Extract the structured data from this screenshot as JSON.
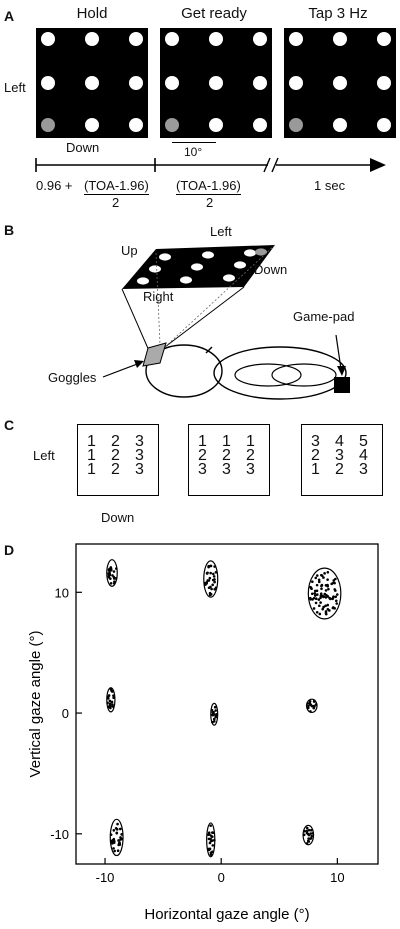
{
  "panel_a": {
    "label": "A",
    "titles": [
      "Hold",
      "Get ready",
      "Tap 3 Hz"
    ],
    "side_label": "Left",
    "bottom_label": "Down",
    "scale_label": "10°",
    "timeline": {
      "seg1_prefix": "0.96 + ",
      "seg1_numerator": "(TOA-1.96)",
      "seg1_denominator": "2",
      "seg2_numerator": "(TOA-1.96)",
      "seg2_denominator": "2",
      "seg3": "1 sec"
    }
  },
  "panel_b": {
    "label": "B",
    "labels": {
      "left": "Left",
      "up": "Up",
      "down": "Down",
      "right": "Right",
      "goggles": "Goggles",
      "gamepad": "Game-pad"
    }
  },
  "panel_c": {
    "label": "C",
    "side_label": "Left",
    "bottom_label": "Down",
    "grids": [
      [
        [
          "1",
          "2",
          "3"
        ],
        [
          "1",
          "2",
          "3"
        ],
        [
          "1",
          "2",
          "3"
        ]
      ],
      [
        [
          "1",
          "1",
          "1"
        ],
        [
          "2",
          "2",
          "2"
        ],
        [
          "3",
          "3",
          "3"
        ]
      ],
      [
        [
          "3",
          "4",
          "5"
        ],
        [
          "2",
          "3",
          "4"
        ],
        [
          "1",
          "2",
          "3"
        ]
      ]
    ]
  },
  "chart_data": {
    "type": "scatter",
    "label": "D",
    "xlabel": "Horizontal gaze angle (°)",
    "ylabel": "Vertical gaze angle (°)",
    "xlim": [
      -12.5,
      13.5
    ],
    "ylim": [
      -12.5,
      14
    ],
    "xticks": [
      -10,
      0,
      10
    ],
    "yticks": [
      -10,
      0,
      10
    ],
    "xtick_labels": [
      "-10",
      "0",
      "10"
    ],
    "ytick_labels": [
      "-10",
      "0",
      "10"
    ],
    "clusters": [
      {
        "cx": -9.4,
        "cy": 11.6,
        "rx": 0.45,
        "ry": 1.1
      },
      {
        "cx": -0.9,
        "cy": 11.1,
        "rx": 0.6,
        "ry": 1.5
      },
      {
        "cx": 8.9,
        "cy": 9.9,
        "rx": 1.4,
        "ry": 2.1
      },
      {
        "cx": -9.5,
        "cy": 1.1,
        "rx": 0.35,
        "ry": 1.0
      },
      {
        "cx": -0.6,
        "cy": -0.1,
        "rx": 0.3,
        "ry": 0.9
      },
      {
        "cx": 7.8,
        "cy": 0.6,
        "rx": 0.45,
        "ry": 0.55
      },
      {
        "cx": -9.0,
        "cy": -10.3,
        "rx": 0.55,
        "ry": 1.5
      },
      {
        "cx": -0.9,
        "cy": -10.5,
        "rx": 0.35,
        "ry": 1.4
      },
      {
        "cx": 7.5,
        "cy": -10.1,
        "rx": 0.45,
        "ry": 0.8
      }
    ],
    "grid": false
  }
}
